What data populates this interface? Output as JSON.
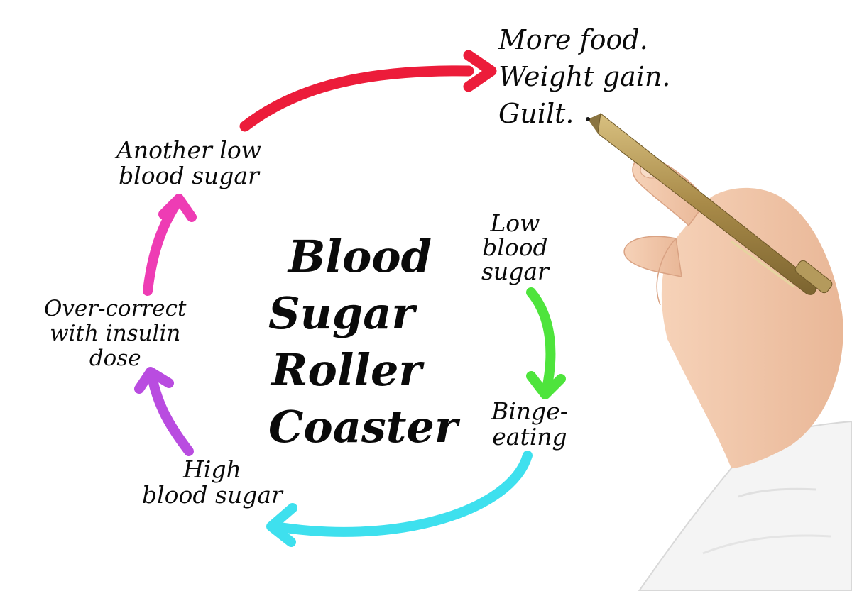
{
  "title": {
    "lines": [
      "Blood",
      "Sugar",
      "Roller",
      "Coaster"
    ]
  },
  "nodes": {
    "outcome": {
      "lines": [
        "More food.",
        "Weight gain.",
        "Guilt."
      ]
    },
    "another_low": {
      "lines": [
        "Another low",
        "blood sugar"
      ]
    },
    "low": {
      "lines": [
        "Low",
        "blood",
        "sugar"
      ]
    },
    "over_correct": {
      "lines": [
        "Over-correct",
        "with insulin",
        "dose"
      ]
    },
    "binge": {
      "lines": [
        "Binge-",
        "eating"
      ]
    },
    "high": {
      "lines": [
        "High",
        "blood sugar"
      ]
    }
  },
  "arrows": {
    "red": "#ec1c3a",
    "green": "#4ee43c",
    "cyan": "#3ee0ee",
    "purple": "#b94ce0",
    "pink": "#ee3cb4"
  },
  "illustration": {
    "pen_color": "#b79a58",
    "skin_color": "#f1c7a8",
    "sleeve_color": "#f4f4f4"
  }
}
